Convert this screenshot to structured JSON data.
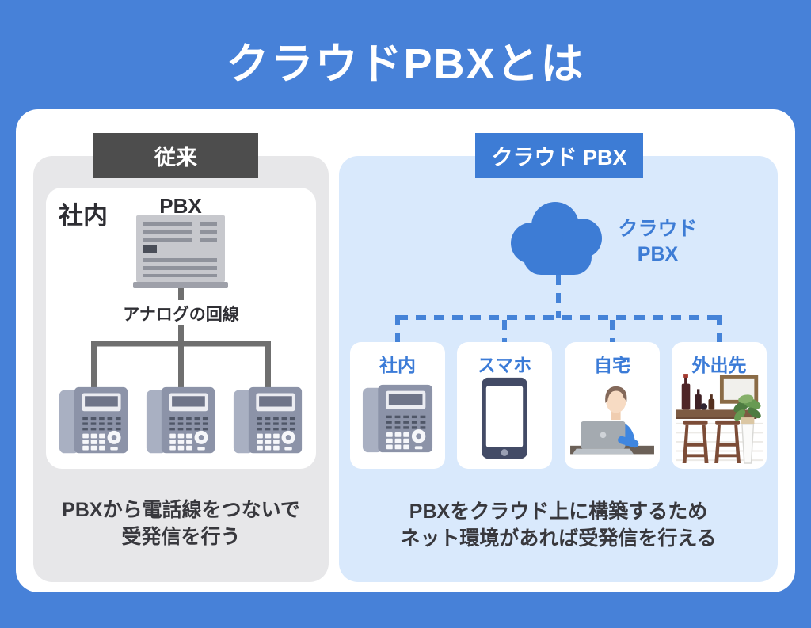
{
  "title": "クラウドPBXとは",
  "palette": {
    "background_blue": "#4781d8",
    "accent_blue": "#3d7cd5",
    "panel_gray": "#e7e7e9",
    "panel_light_blue": "#d9e9fc",
    "badge_dark": "#4d4d4d",
    "text_dark": "#38383d",
    "connector_gray": "#6f6f6f",
    "dashed_line_blue": "#4583d8"
  },
  "traditional": {
    "badge_label": "従来",
    "location_label": "社内",
    "device_label": "PBX",
    "device_icon": "pbx-unit-icon",
    "line_label": "アナログの回線",
    "phone_icon": "desk-phone-icon",
    "phone_count": 3,
    "caption_lines": [
      "PBXから電話線をつないで",
      "受発信を行う"
    ]
  },
  "cloud_pbx": {
    "badge_label": "クラウド PBX",
    "cloud_icon": "cloud-icon",
    "cloud_label_lines": [
      "クラウド",
      "PBX"
    ],
    "cards": [
      {
        "label": "社内",
        "icon": "desk-phone-icon"
      },
      {
        "label": "スマホ",
        "icon": "smartphone-icon"
      },
      {
        "label": "自宅",
        "icon": "person-laptop-icon"
      },
      {
        "label": "外出先",
        "icon": "cafe-icon"
      }
    ],
    "caption_lines": [
      "PBXをクラウド上に構築するため",
      "ネット環境があれば受発信を行える"
    ]
  }
}
